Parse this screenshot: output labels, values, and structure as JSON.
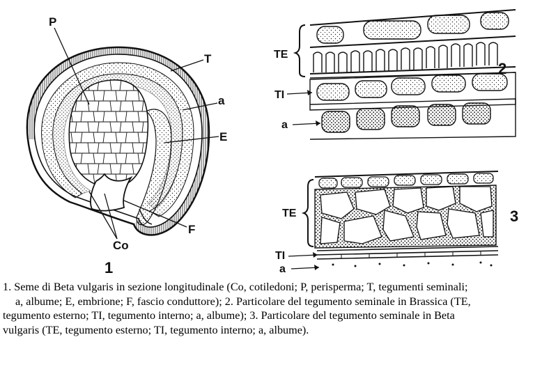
{
  "figure": {
    "fig1": {
      "number": "1",
      "labels": {
        "P": "P",
        "T": "T",
        "a": "a",
        "E": "E",
        "F": "F",
        "Co": "Co"
      }
    },
    "fig2": {
      "number": "2",
      "labels": {
        "TE": "TE",
        "TI": "TI",
        "a": "a"
      }
    },
    "fig3": {
      "number": "3",
      "labels": {
        "TE": "TE",
        "TI": "TI",
        "a": "a"
      }
    }
  },
  "caption": {
    "line1": "1. Seme di Beta vulgaris in sezione longitudinale (Co, cotiledoni; P, perisperma; T, tegumenti seminali;",
    "line2": "a, albume; E, embrione; F, fascio conduttore); 2. Particolare del tegumento seminale in Brassica (TE,",
    "line3": "tegumento esterno; TI, tegumento interno; a, albume); 3. Particolare del tegumento seminale in Beta",
    "line4": "vulgaris (TE, tegumento esterno; TI, tegumento interno; a, albume)."
  }
}
